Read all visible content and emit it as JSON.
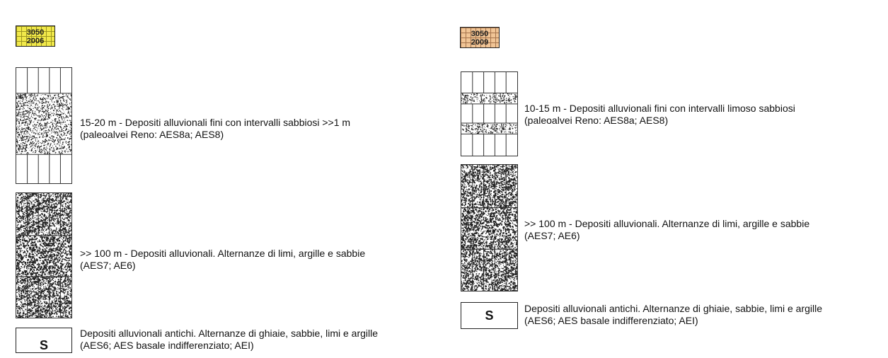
{
  "left": {
    "badge": {
      "line1": "3050",
      "line2": "2006",
      "color": "#f1e94a"
    },
    "unit1": {
      "line1": "15-20 m - Depositi alluvionali fini con intervalli sabbiosi >>1 m",
      "line2": "(paleoalvei Reno: AES8a; AES8)"
    },
    "unit2": {
      "line1": ">> 100 m - Depositi alluvionali. Alternanze di limi, argille e sabbie",
      "line2": "(AES7; AE6)"
    },
    "unit3": {
      "symbol": "S",
      "line1": "Depositi alluvionali antichi. Alternanze di ghiaie, sabbie, limi e argille",
      "line2": "(AES6; AES basale indifferenziato; AEI)"
    }
  },
  "right": {
    "badge": {
      "line1": "3050",
      "line2": "2009",
      "color": "#f1c596"
    },
    "unit1": {
      "line1": "10-15 m - Depositi alluvionali fini con intervalli limoso sabbiosi",
      "line2": "(paleoalvei Reno: AES8a; AES8)"
    },
    "unit2": {
      "line1": ">> 100 m - Depositi alluvionali. Alternanze di limi, argille e sabbie",
      "line2": "(AES7; AE6)"
    },
    "unit3": {
      "symbol": "S",
      "line1": "Depositi alluvionali antichi. Alternanze di ghiaie, sabbie, limi e argille",
      "line2": "(AES6; AES basale indifferenziato; AEI)"
    }
  }
}
